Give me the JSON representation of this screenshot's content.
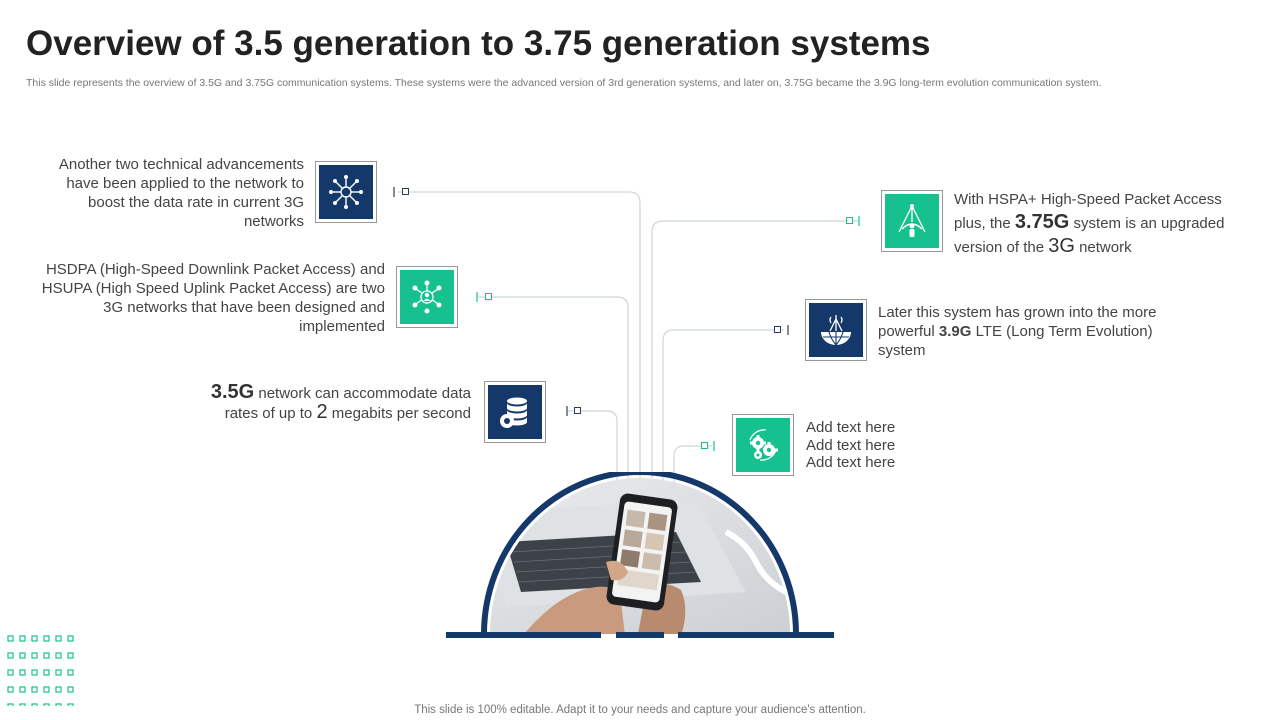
{
  "slide": {
    "title": "Overview of 3.5 generation to 3.75 generation systems",
    "subtitle": "This slide represents the overview of 3.5G and 3.75G communication systems. These systems were the advanced version of 3rd generation systems, and later on, 3.75G became the 3.9G long-term evolution communication system.",
    "footer": "This slide is 100% editable. Adapt it to your needs and capture your audience's attention."
  },
  "items": {
    "tech": {
      "text": "Another two technical advancements have been applied to the network to boost the data rate in current 3G networks",
      "icon": "network-hub-icon"
    },
    "hsdpa": {
      "text": "HSDPA (High-Speed Downlink Packet Access) and HSUPA (High Speed Uplink Packet Access) are two 3G networks that have been designed and implemented",
      "icon": "people-network-icon"
    },
    "rate": {
      "lead": "3.5G",
      "mid": " network can accommodate data rates of up to ",
      "num": "2",
      "tail": " megabits per second",
      "icon": "database-gear-icon"
    },
    "hspa": {
      "pre": "With HSPA+ High-Speed Packet Access plus, the ",
      "big1": "3.75G",
      "mid": " system is an upgraded version of the ",
      "big2": "3G",
      "tail": " network",
      "icon": "signal-person-icon"
    },
    "lte": {
      "pre": "Later this system has grown into the more powerful ",
      "bold": "3.9G",
      "tail": " LTE (Long Term Evolution) system",
      "icon": "globe-antenna-icon"
    },
    "addtext": {
      "lines": [
        "Add text here",
        "Add text here",
        "Add text here"
      ],
      "icon": "gears-icon"
    }
  },
  "colors": {
    "navy": "#14386a",
    "green": "#17c08f",
    "line": "#cfd6dc"
  }
}
